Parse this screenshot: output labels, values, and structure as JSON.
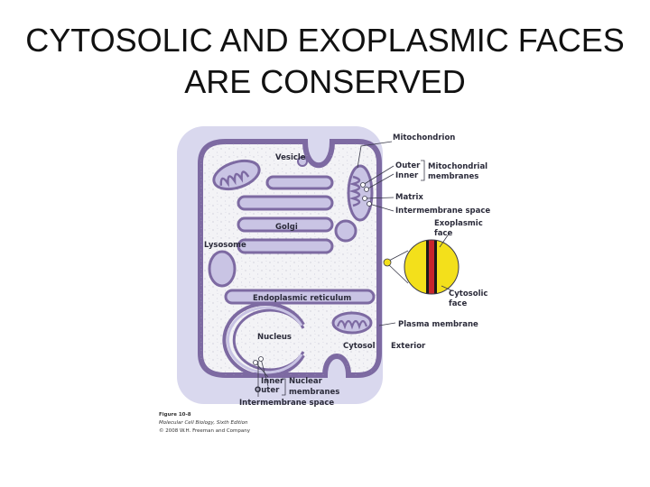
{
  "title": {
    "line1": "CYTOSOLIC AND EXOPLASMIC FACES",
    "line2": "ARE CONSERVED"
  },
  "diagram": {
    "labels": {
      "mitochondrion": "Mitochondrion",
      "vesicle": "Vesicle",
      "outer": "Outer",
      "inner": "Inner",
      "mito_membranes_1": "Mitochondrial",
      "mito_membranes_2": "membranes",
      "matrix": "Matrix",
      "intermembrane_space": "Intermembrane space",
      "exoplasmic_1": "Exoplasmic",
      "exoplasmic_2": "face",
      "golgi": "Golgi",
      "lysosome": "Lysosome",
      "cytosolic_1": "Cytosolic",
      "cytosolic_2": "face",
      "er": "Endoplasmic reticulum",
      "plasma_membrane": "Plasma membrane",
      "nucleus": "Nucleus",
      "cytosol": "Cytosol",
      "exterior": "Exterior",
      "nuc_inner": "Inner",
      "nuc_outer": "Outer",
      "nuclear_1": "Nuclear",
      "nuclear_2": "membranes",
      "nuc_intermembrane": "Intermembrane space"
    },
    "caption": {
      "figure": "Figure 10-8",
      "book": "Molecular Cell Biology, Sixth Edition",
      "copyright": "© 2008 W.H. Freeman and Company"
    },
    "colors": {
      "membrane": "#7d6aa2",
      "lumen": "#c9c4e4",
      "cytosol": "#f3f3f6",
      "exterior_halo": "#d9d8ee",
      "leader": "#3a3a4a",
      "face_yellow": "#f3e01b",
      "face_red": "#c8262c",
      "face_black": "#1a1a1a"
    }
  }
}
